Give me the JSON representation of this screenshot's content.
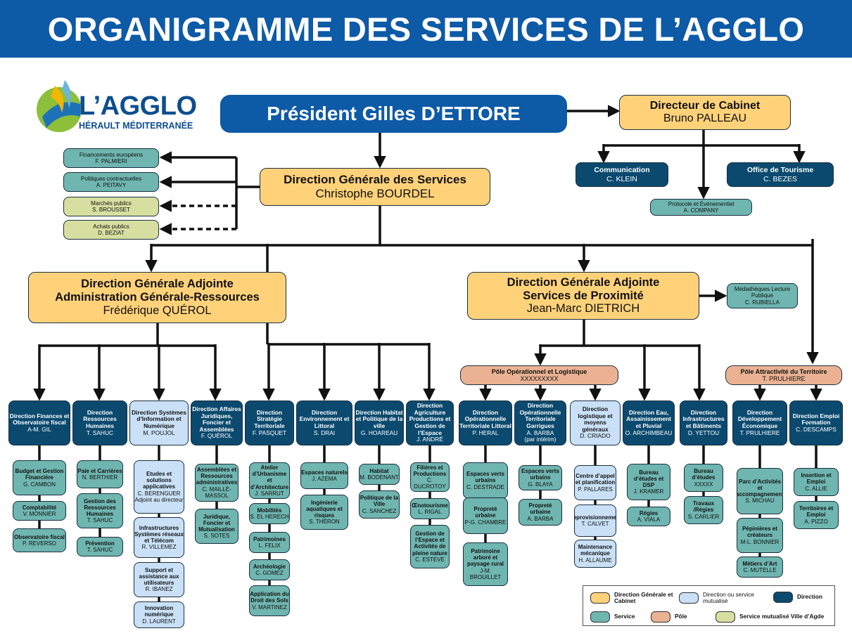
{
  "banner_title": "ORGANIGRAMME DES SERVICES DE L’AGGLO",
  "logo": {
    "name": "L’AGGLO",
    "subtitle": "HÉRAULT MÉDITERRANÉE"
  },
  "colors": {
    "banner": "#0d5aa7",
    "president": "#0d5aa7",
    "direction_generale": "#ffd27a",
    "direction": "#0b4a6e",
    "direction_mutualise": "#c9e0f6",
    "service": "#6fb5b0",
    "pole": "#eab292",
    "service_mutualise": "#d6dfa0"
  },
  "president": {
    "title": "Président Gilles D’ETTORE"
  },
  "cabinet": {
    "title": "Directeur de Cabinet",
    "name": "Bruno PALLEAU"
  },
  "cabinet_children": {
    "communication": {
      "title": "Communication",
      "name": "C. KLEIN"
    },
    "tourisme": {
      "title": "Office de Tourisme",
      "name": "C. BEZES"
    },
    "protocole": {
      "title": "Protocole et Événementiel",
      "name": "A. COMPANY"
    }
  },
  "dgs": {
    "title": "Direction Générale des Services",
    "name": "Christophe BOURDEL"
  },
  "dgs_side": [
    {
      "title": "Financements européens",
      "name": "F. PALMIERI"
    },
    {
      "title": "Politiques contractuelles",
      "name": "A. PEITAVY"
    },
    {
      "title": "Marchés publics",
      "name": "S. BROUSSET"
    },
    {
      "title": "Achats publics",
      "name": "D. BEZIAT"
    }
  ],
  "dga1": {
    "line1": "Direction Générale Adjointe",
    "line2": "Administration Générale-Ressources",
    "name": "Frédérique QUÉROL"
  },
  "dga2": {
    "line1": "Direction Générale Adjointe",
    "line2": "Services de Proximité",
    "name": "Jean-Marc DIETRICH"
  },
  "mediatheques": {
    "title": "Médiathèques Lecture Publique",
    "name": "C. RUBIELLA"
  },
  "pole_ops": {
    "title": "Pôle Opérationnel et Logistique",
    "name": "XXXXXXXXX"
  },
  "pole_attr": {
    "title": "Pôle Attractivité du Territoire",
    "name": "T. PRULHIERE"
  },
  "directions": [
    {
      "title": "Direction Finances et Observatoire fiscal",
      "name": "A-M. GIL"
    },
    {
      "title": "Direction Ressources Humaines",
      "name": "T. SAHUC"
    },
    {
      "title": "Direction Systèmes d’Information et Numérique",
      "name": "M. POUJOL"
    },
    {
      "title": "Direction Affaires Juridiques, Foncier et Assemblées",
      "name": "F. QUÉROL"
    },
    {
      "title": "Direction Stratégie Territoriale",
      "name": "F. PASQUET"
    },
    {
      "title": "Direction Environnement et Littoral",
      "name": "S. DRAI"
    },
    {
      "title": "Direction Habitat et Politique de la ville",
      "name": "G. HOAREAU"
    },
    {
      "title": "Direction Agriculture Productions et Gestion de l’Espace",
      "name": "J. ANDRÉ"
    },
    {
      "title": "Direction Opérationnelle Territoriale Littoral",
      "name": "P. HERAL"
    },
    {
      "title": "Direction Opérationnelle Territoriale Garrigues",
      "name": "A. BARBA",
      "note": "(par intérim)"
    },
    {
      "title": "Direction logistique et moyens généraux",
      "name": "D. CRIADO"
    },
    {
      "title": "Direction Eau, Assainissement et Pluvial",
      "name": "O. ARCHIMBEAU"
    },
    {
      "title": "Direction Infrastructures et Bâtiments",
      "name": "D. YETTOU"
    },
    {
      "title": "Direction Développement Économique",
      "name": "T. PRULHIERE"
    },
    {
      "title": "Direction Emploi Formation",
      "name": "C. DESCAMPS"
    }
  ],
  "services": [
    [
      {
        "title": "Budget et Gestion Financière",
        "name": "G. CAMBON"
      },
      {
        "title": "Comptabilité",
        "name": "V. MONNIER"
      },
      {
        "title": "Observatoire fiscal",
        "name": "P. REVERSO"
      }
    ],
    [
      {
        "title": "Paie et Carrières",
        "name": "N. BERTHIER"
      },
      {
        "title": "Gestion des Ressources Humaines",
        "name": "T. SAHUC"
      },
      {
        "title": "Prévention",
        "name": "T. SAHUC"
      }
    ],
    [
      {
        "title": "Etudes et solutions applicatives",
        "name": "C. BERENGUER Adjoint au directeur"
      },
      {
        "title": "Infrastructures Systèmes réseaux et Télécom",
        "name": "R. VILLEMEZ"
      },
      {
        "title": "Support et assistance aux utilisateurs",
        "name": "R. IBANEZ"
      },
      {
        "title": "Innovation numérique",
        "name": "D. LAURENT"
      }
    ],
    [
      {
        "title": "Assemblées et Ressources administratives",
        "name": "C. MAILLÉ-MASSOL"
      },
      {
        "title": "Juridique, Foncier et Mutualisation",
        "name": "S. SOTES"
      }
    ],
    [
      {
        "title": "Atelier d’Urbanisme et d’Architecture",
        "name": "J. SARRUT"
      },
      {
        "title": "Mobilités",
        "name": "S. EL HERECH"
      },
      {
        "title": "Patrimoines",
        "name": "L. FELIX"
      },
      {
        "title": "Archéologie",
        "name": "C. GOMEZ"
      },
      {
        "title": "Application du Droit des Sols",
        "name": "V. MARTINEZ"
      }
    ],
    [
      {
        "title": "Espaces naturels",
        "name": "J. AZEMA"
      },
      {
        "title": "Ingénierie aquatiques et risques",
        "name": "S. THÉRON"
      }
    ],
    [
      {
        "title": "Habitat",
        "name": "M. BODENANT"
      },
      {
        "title": "Politique de la Ville",
        "name": "C. SANCHEZ"
      }
    ],
    [
      {
        "title": "Filières et Productions",
        "name": "C. DUCROTOY"
      },
      {
        "title": "Œnotourisme",
        "name": "L. RIGAL"
      },
      {
        "title": "Gestion de l’Espace et Activités de pleine nature",
        "name": "C. ESTEVE"
      }
    ],
    [
      {
        "title": "Espaces verts urbains",
        "name": "C. DESTRADE"
      },
      {
        "title": "Propreté urbaine",
        "name": "P-G. CHAMBRE"
      },
      {
        "title": "Patrimoine arboré et paysage rural",
        "name": "J-M. BROUILLET"
      }
    ],
    [
      {
        "title": "Espaces verts urbains",
        "name": "G. BLAYA"
      },
      {
        "title": "Propreté urbaine",
        "name": "A. BARBA"
      }
    ],
    [
      {
        "title": "Centre d’appel et planification",
        "name": "P. PALLARES"
      },
      {
        "title": "Approvisionnement",
        "name": "T. CALVET"
      },
      {
        "title": "Maintenance mécanique",
        "name": "H. ALLAUME"
      }
    ],
    [
      {
        "title": "Bureau d’études et DSP",
        "name": "J. KRAMER"
      },
      {
        "title": "Régies",
        "name": "A. VIALA"
      }
    ],
    [
      {
        "title": "Bureau d’études",
        "name": "XXXXX"
      },
      {
        "title": "Travaux /Régies",
        "name": "S. CARLIER"
      }
    ],
    [
      {
        "title": "Parc d’Activités et accompagnement",
        "name": "S. MICHAU"
      },
      {
        "title": "Pépinières et créateurs",
        "name": "M-L. BONNIER"
      },
      {
        "title": "Métiers d’Art",
        "name": "C. MUTELLE"
      }
    ],
    [
      {
        "title": "Insertion et Emploi",
        "name": "C. ALLIE"
      },
      {
        "title": "Territoires et Emploi",
        "name": "A. PIZZO"
      }
    ]
  ],
  "legend": {
    "direction_generale": "Direction Générale et Cabinet",
    "direction_mutualise": "Direction ou service mutualisé",
    "direction": "Direction",
    "service": "Service",
    "pole": "Pôle",
    "service_mutualise": "Service mutualisé Ville d’Agde"
  }
}
